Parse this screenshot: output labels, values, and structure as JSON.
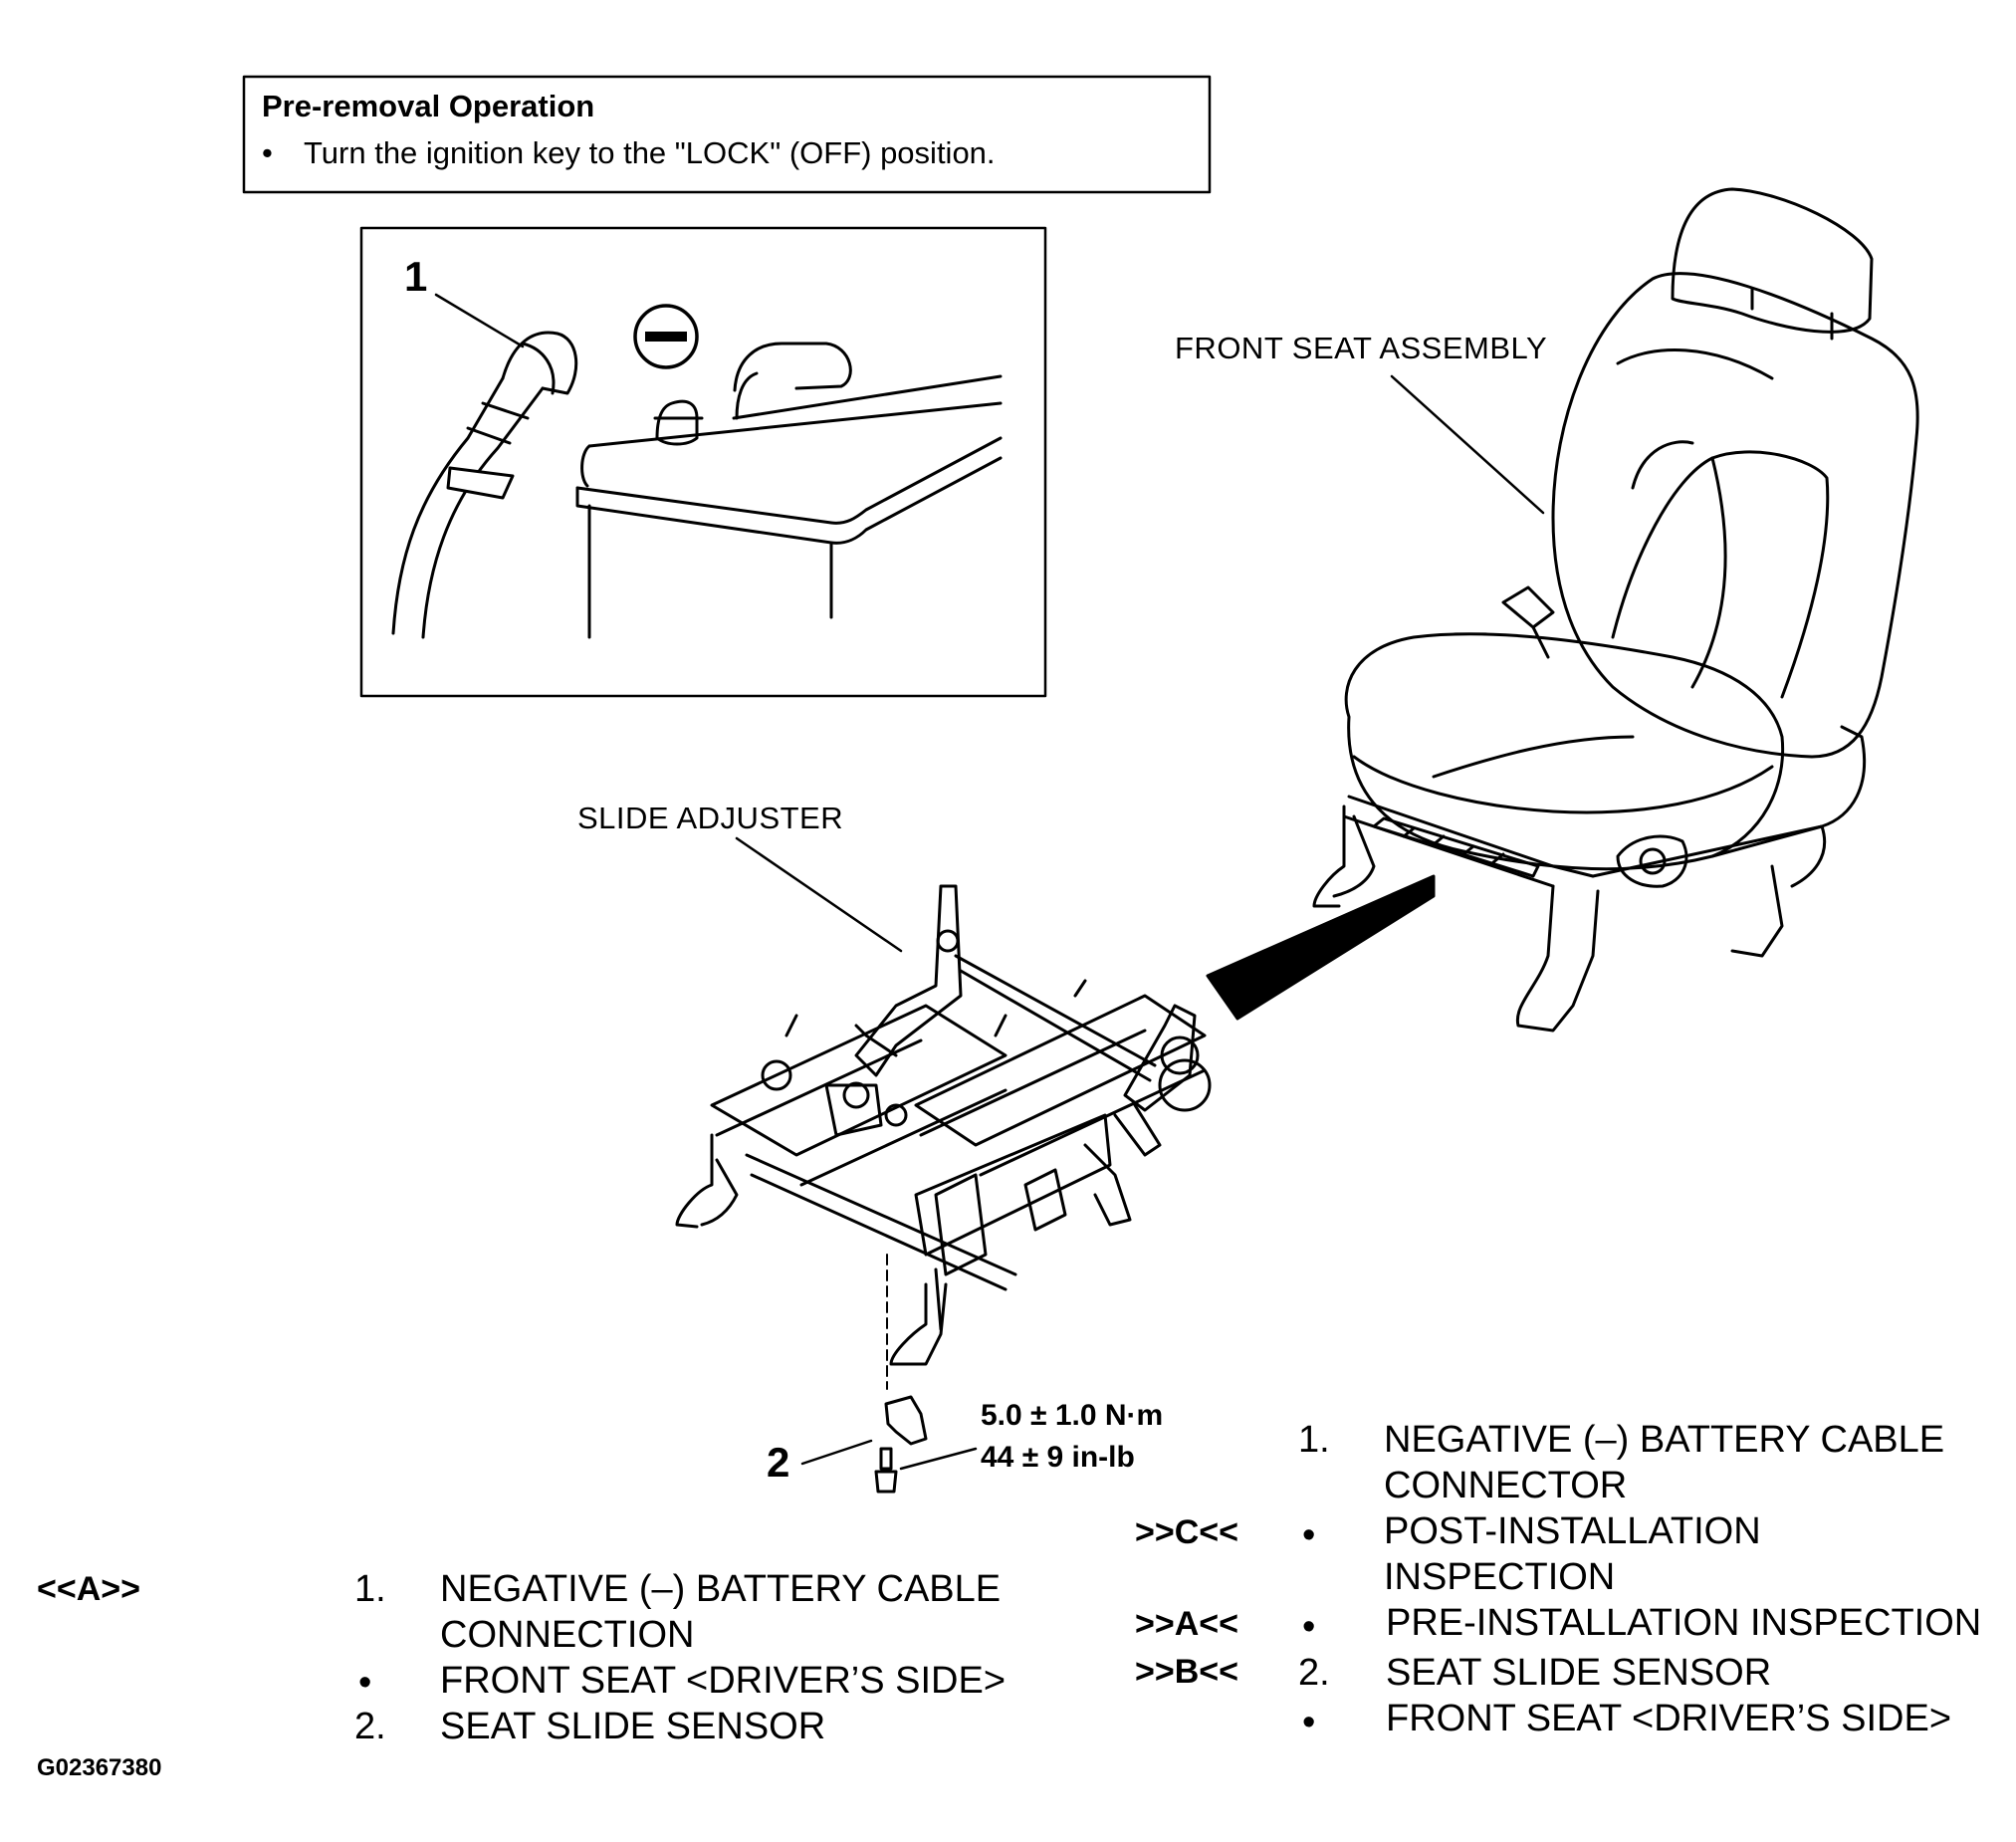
{
  "pre_removal": {
    "title": "Pre-removal Operation",
    "bullet": "•",
    "item": "Turn the ignition key to the \"LOCK\" (OFF) position."
  },
  "inset": {
    "callout_1": "1",
    "negative_symbol": "minus-in-circle"
  },
  "labels": {
    "front_seat_assembly": "FRONT SEAT ASSEMBLY",
    "slide_adjuster": "SLIDE ADJUSTER",
    "callout_2": "2",
    "torque_nm": "5.0 ± 1.0 N·m",
    "torque_inlb": "44 ± 9 in-lb"
  },
  "removal_steps": {
    "key": "<<A>>",
    "rows": [
      {
        "num": "1.",
        "text": "NEGATIVE (–) BATTERY CABLE",
        "text2": "CONNECTION"
      },
      {
        "num": "•",
        "text": "FRONT SEAT <DRIVER’S SIDE>"
      },
      {
        "num": "2.",
        "text": "SEAT SLIDE SENSOR"
      }
    ]
  },
  "installation_steps": {
    "rows": [
      {
        "key": "",
        "num": "1.",
        "text": "NEGATIVE (–) BATTERY CABLE",
        "text2": "CONNECTOR"
      },
      {
        "key": ">>C<<",
        "num": "•",
        "text": "POST-INSTALLATION",
        "text2": "INSPECTION"
      },
      {
        "key": ">>A<<",
        "num": "•",
        "text": "PRE-INSTALLATION INSPECTION"
      },
      {
        "key": ">>B<<",
        "num": "2.",
        "text": "SEAT SLIDE SENSOR"
      },
      {
        "key": "",
        "num": "•",
        "text": "FRONT SEAT <DRIVER’S SIDE>"
      }
    ]
  },
  "figure_id": "G02367380"
}
